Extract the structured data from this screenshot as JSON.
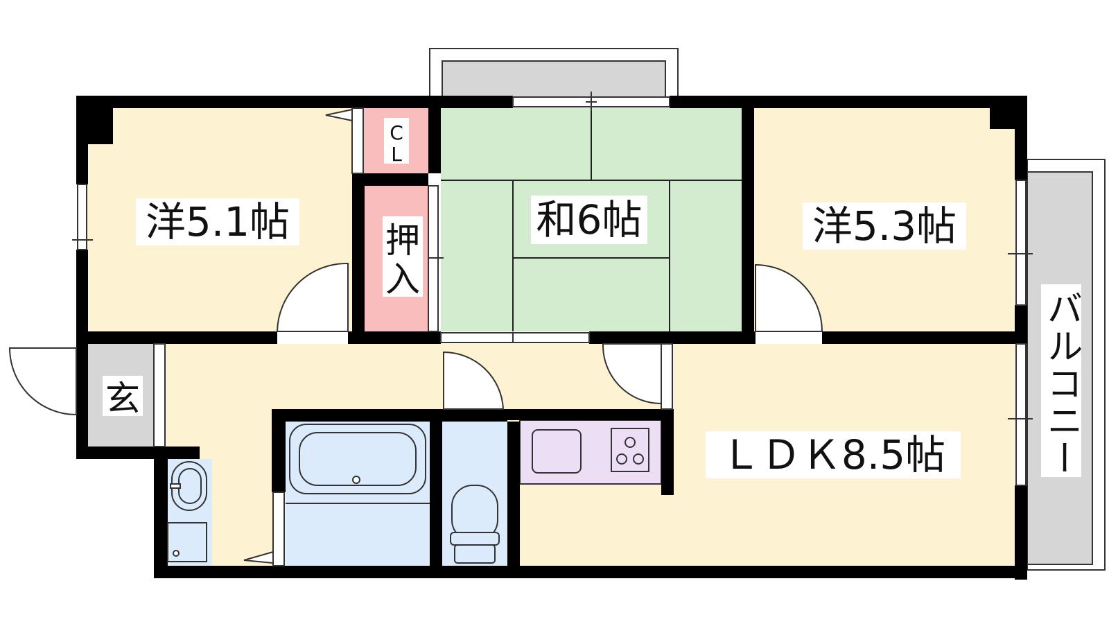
{
  "floor_plan": {
    "rooms": {
      "western_room_1": {
        "label": "洋5.1帖"
      },
      "closet": {
        "label_top": "C",
        "label_bottom": "L"
      },
      "oshiire": {
        "label_top": "押",
        "label_bottom": "入"
      },
      "japanese_room": {
        "label": "和6帖"
      },
      "western_room_2": {
        "label": "洋5.3帖"
      },
      "entrance": {
        "label": "玄"
      },
      "ldk": {
        "label": "ＬＤＫ8.5帖"
      },
      "balcony": {
        "label": "バルコニー"
      }
    },
    "colors": {
      "western": "#fdf3d3",
      "japanese": "#d3ecd0",
      "closet": "#f9bdbd",
      "entrance": "#d6d6d6",
      "wet_area": "#dcebfb",
      "kitchen": "#ecdff5",
      "balcony": "#d6d6d6",
      "wall": "#000000"
    }
  }
}
